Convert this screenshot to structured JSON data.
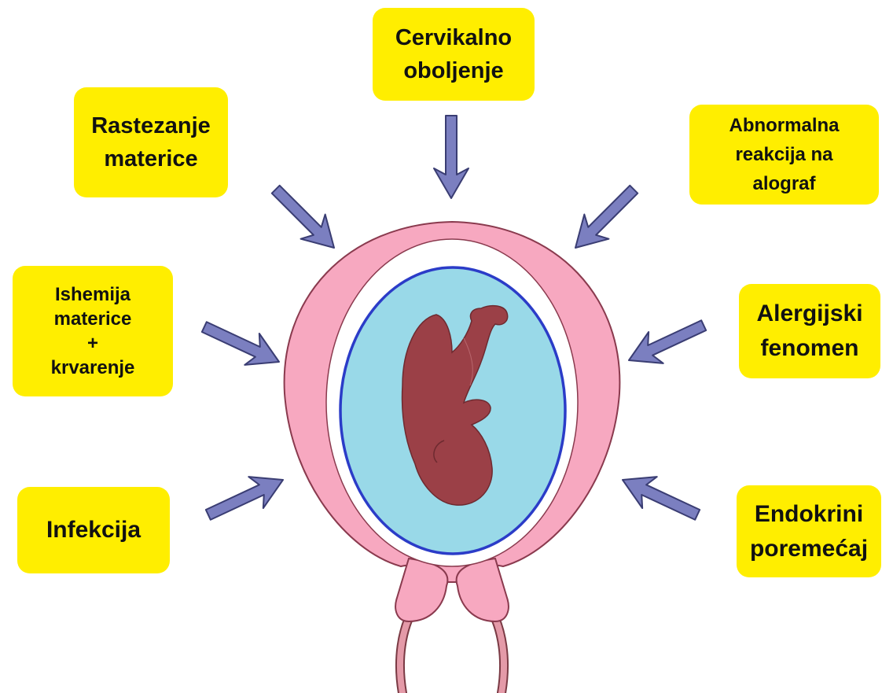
{
  "labels": {
    "cervikalno": "Cervikalno\noboljenje",
    "rastezanje": "Rastezanje\nmaterice",
    "abnormalna": "Abnormalna\nreakcija na\nalograf",
    "ishemija": "Ishemija\nmaterice\n+\nkrvarenje",
    "alergijski": "Alergijski\nfenomen",
    "infekcija": "Infekcija",
    "endokrini": "Endokrini\nporemećaj"
  },
  "colors": {
    "label_background": "#ffee00",
    "arrow": "#7b7fc0",
    "arrow_outline": "#3a3d73",
    "uterus_wall": "#f7a8c0",
    "uterus_outline": "#8a3a4e",
    "amniotic_fluid": "#99d9e8",
    "amnion_line": "#2b3cc8",
    "fetus": "#9b4047",
    "cervix_tubes": "#e49aa8"
  },
  "icons": {
    "arrow": "arrow-icon",
    "fetus": "fetus-icon"
  }
}
